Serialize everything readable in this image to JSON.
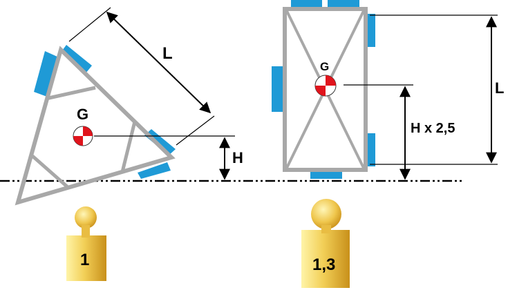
{
  "left_figure": {
    "dimension_L": "L",
    "dimension_H": "H",
    "cg_label": "G",
    "weight_value": "1"
  },
  "right_figure": {
    "cg_label": "G",
    "dimension_L": "L",
    "dimension_H": "H x 2,5",
    "weight_value": "1,3"
  },
  "colors": {
    "frame": "#a8a8a8",
    "foot": "#1f9ad6",
    "cg_red": "#e0141c",
    "weight_light": "#fff2a0",
    "weight_dark": "#d7a11d",
    "line": "#000000"
  }
}
